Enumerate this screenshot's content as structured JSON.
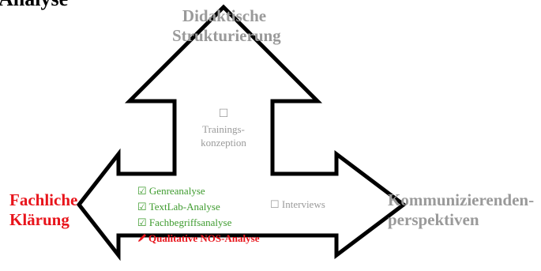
{
  "colors": {
    "arrow_stroke": "#000000",
    "neutral": "#9a9a9a",
    "done": "#3e9b2e",
    "active": "#e8141b",
    "cropped_title": "#000000"
  },
  "top_cropped_title": "Analyse",
  "top": {
    "line1": "Didaktische",
    "line2": "Strukturierung"
  },
  "left": {
    "line1": "Fachliche",
    "line2": "Klärung"
  },
  "right": {
    "line1": "Kommunizierenden-",
    "line2": "perspektiven"
  },
  "training": {
    "checkbox": "☐",
    "line1": "Trainings-",
    "line2": "konzeption"
  },
  "tasks": [
    {
      "checkbox": "☑",
      "label": "Genreanalyse"
    },
    {
      "checkbox": "☑",
      "label": "TextLab-Analyse"
    },
    {
      "checkbox": "☑",
      "label": "Fachbegriffsanalyse"
    }
  ],
  "active_task": {
    "icon": "pencil-icon",
    "label": "Qualitative NOS-Analyse"
  },
  "interviews": {
    "checkbox": "☐",
    "label": "Interviews"
  }
}
